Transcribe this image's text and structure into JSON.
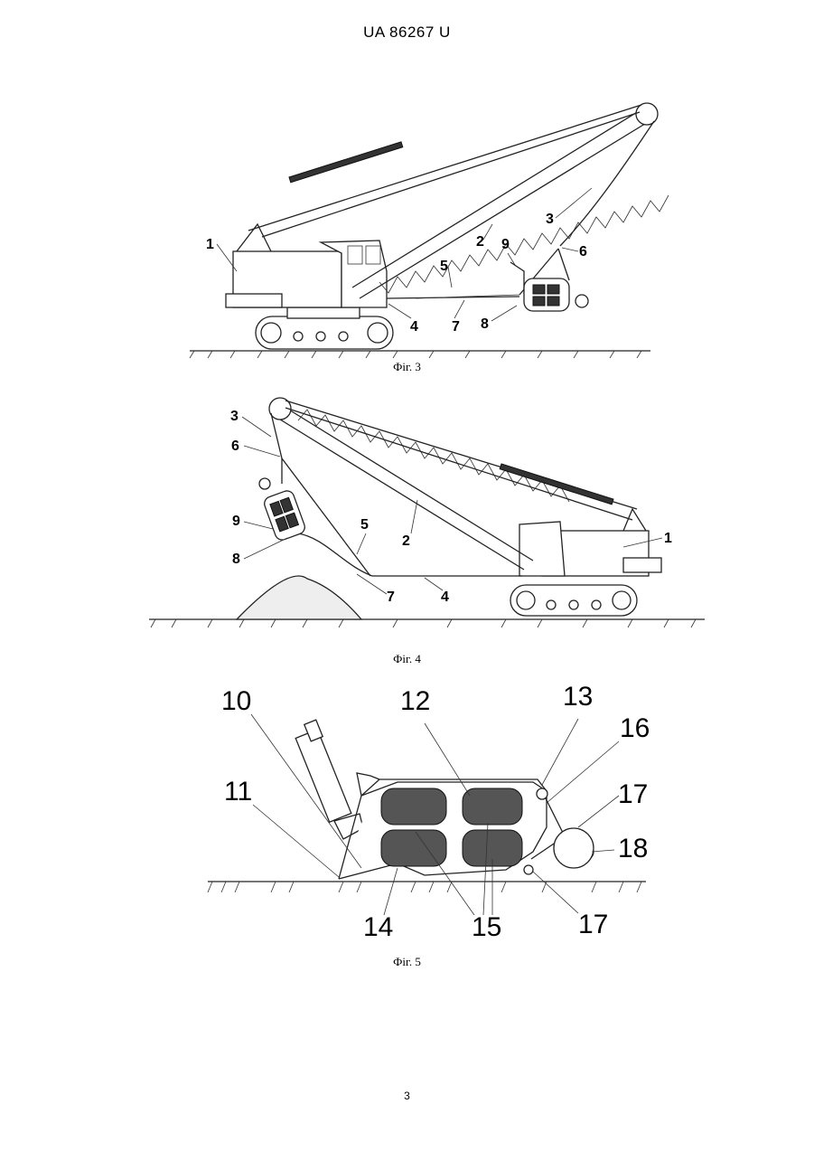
{
  "header": "UA   86267   U",
  "page_number": "3",
  "figures": [
    {
      "caption": "Фіг. 3",
      "labels": [
        "1",
        "2",
        "3",
        "4",
        "5",
        "6",
        "7",
        "8",
        "9"
      ]
    },
    {
      "caption": "Фіг. 4",
      "labels": [
        "1",
        "2",
        "3",
        "4",
        "5",
        "6",
        "7",
        "8",
        "9"
      ]
    },
    {
      "caption": "Фіг. 5",
      "labels": [
        "10",
        "11",
        "12",
        "13",
        "14",
        "15",
        "16",
        "17",
        "17",
        "18"
      ]
    }
  ]
}
